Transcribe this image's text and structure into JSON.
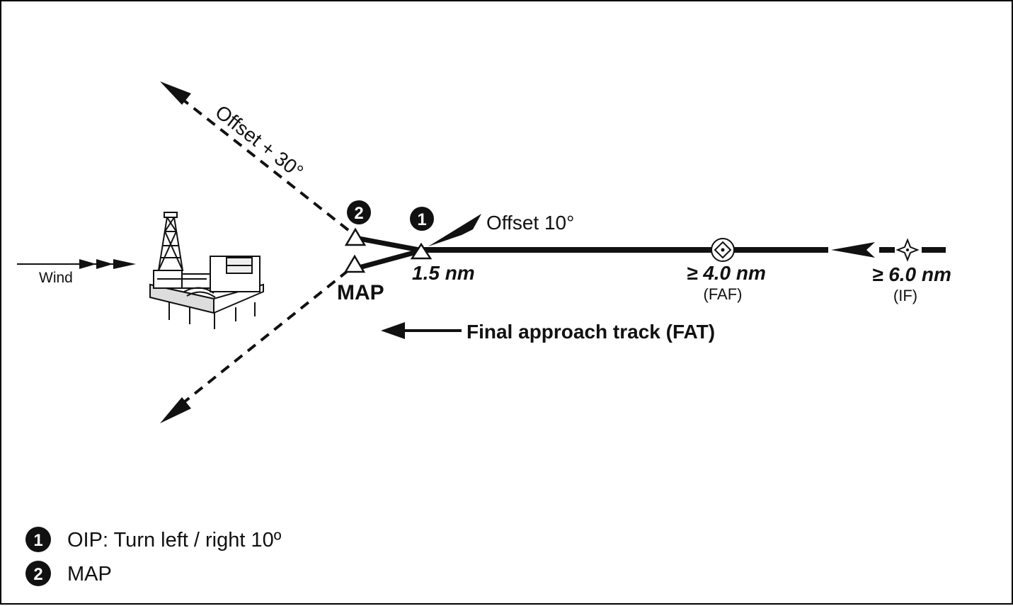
{
  "diagram": {
    "offset_30_label": "Offset + 30°",
    "offset_10_label": "Offset 10°",
    "wind_label": "Wind",
    "map_label": "MAP",
    "oip_distance": "1.5 nm",
    "faf_distance": "≥ 4.0 nm",
    "faf_label": "(FAF)",
    "if_distance": "≥ 6.0 nm",
    "if_label": "(IF)",
    "fat_label": "Final approach track (FAT)",
    "marker_1": "1",
    "marker_2": "2"
  },
  "legend": {
    "items": [
      {
        "number": "1",
        "text": "OIP: Turn left / right 10º"
      },
      {
        "number": "2",
        "text": "MAP"
      }
    ]
  },
  "colors": {
    "ink": "#111111",
    "background": "#ffffff"
  }
}
